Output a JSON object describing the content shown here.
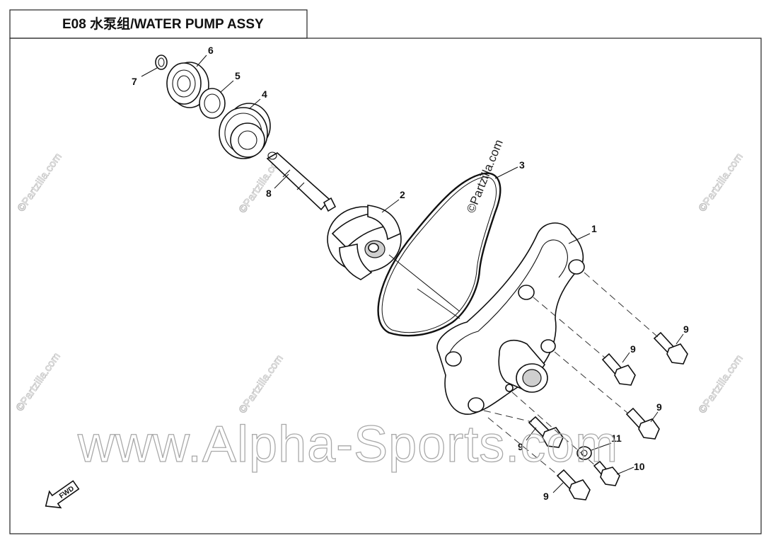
{
  "diagram": {
    "title": "E08 水泵组/WATER PUMP ASSY",
    "fwd_label": "FWD",
    "callouts": {
      "c1": "1",
      "c2": "2",
      "c3": "3",
      "c4": "4",
      "c5": "5",
      "c6": "6",
      "c7": "7",
      "c8": "8",
      "c9a": "9",
      "c9b": "9",
      "c9c": "9",
      "c9d": "9",
      "c9e": "9",
      "c10": "10",
      "c11": "11"
    },
    "watermarks": {
      "site": "www.Alpha-Sports.com",
      "partzilla": "©Partzilla.com",
      "partzilla_small": "©Partzilla.com"
    }
  }
}
